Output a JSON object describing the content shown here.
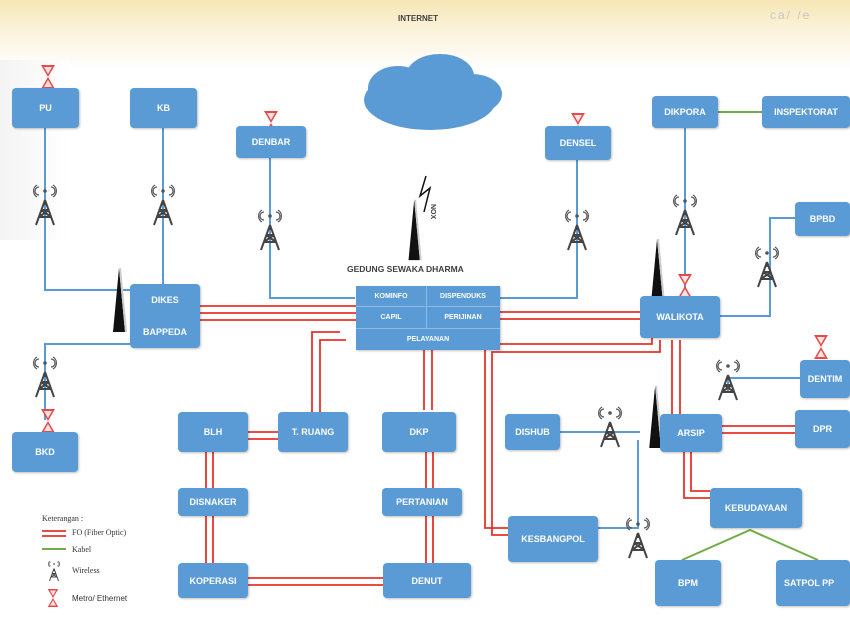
{
  "top_label": "INTERNET",
  "corner_mark": "ca/ /e",
  "hub": {
    "title": "GEDUNG SEWAKA DHARMA",
    "cells": [
      "KOMINFO",
      "DISPENDUKS",
      "CAPIL",
      "PERIJINAN",
      "PELAYANAN"
    ],
    "nox_label": "NOX"
  },
  "nodes": {
    "pu": "PU",
    "kb": "KB",
    "denbar": "DENBAR",
    "densel": "DENSEL",
    "dikpora": "DIKPORA",
    "inspektorat": "INSPEKTORAT",
    "bpbd": "BPBD",
    "walikota": "WALIKOTA",
    "dinkes": "DIKES",
    "bappeda": "BAPPEDA",
    "bkd": "BKD",
    "blh": "BLH",
    "truang": "T. RUANG",
    "dkp": "DKP",
    "disnaker": "DISNAKER",
    "pertanian": "PERTANIAN",
    "koperasi": "KOPERASI",
    "denut": "DENUT",
    "dishub": "DISHUB",
    "arsip": "ARSIP",
    "dentim": "DENTIM",
    "dpr": "DPR",
    "kebudayaan": "KEBUDAYAAN",
    "kesbangpol": "KESBANGPOL",
    "bpm": "BPM",
    "satpolpp": "SATPOL PP"
  },
  "legend": {
    "title": "Keterangan :",
    "items": [
      {
        "symbol": "fo-line",
        "label": "FO (Fiber Optic)"
      },
      {
        "symbol": "cable-line",
        "label": "Kabel"
      },
      {
        "symbol": "wireless-tower",
        "label": "Wireless"
      },
      {
        "symbol": "metro-ethernet",
        "label": "Metro/ Ethernet"
      }
    ]
  },
  "colors": {
    "node_fill": "#5b9bd5",
    "fiber": "#e8332a",
    "cable": "#70ad47",
    "link": "#5b9bd5",
    "cloud": "#5b9bd5"
  }
}
